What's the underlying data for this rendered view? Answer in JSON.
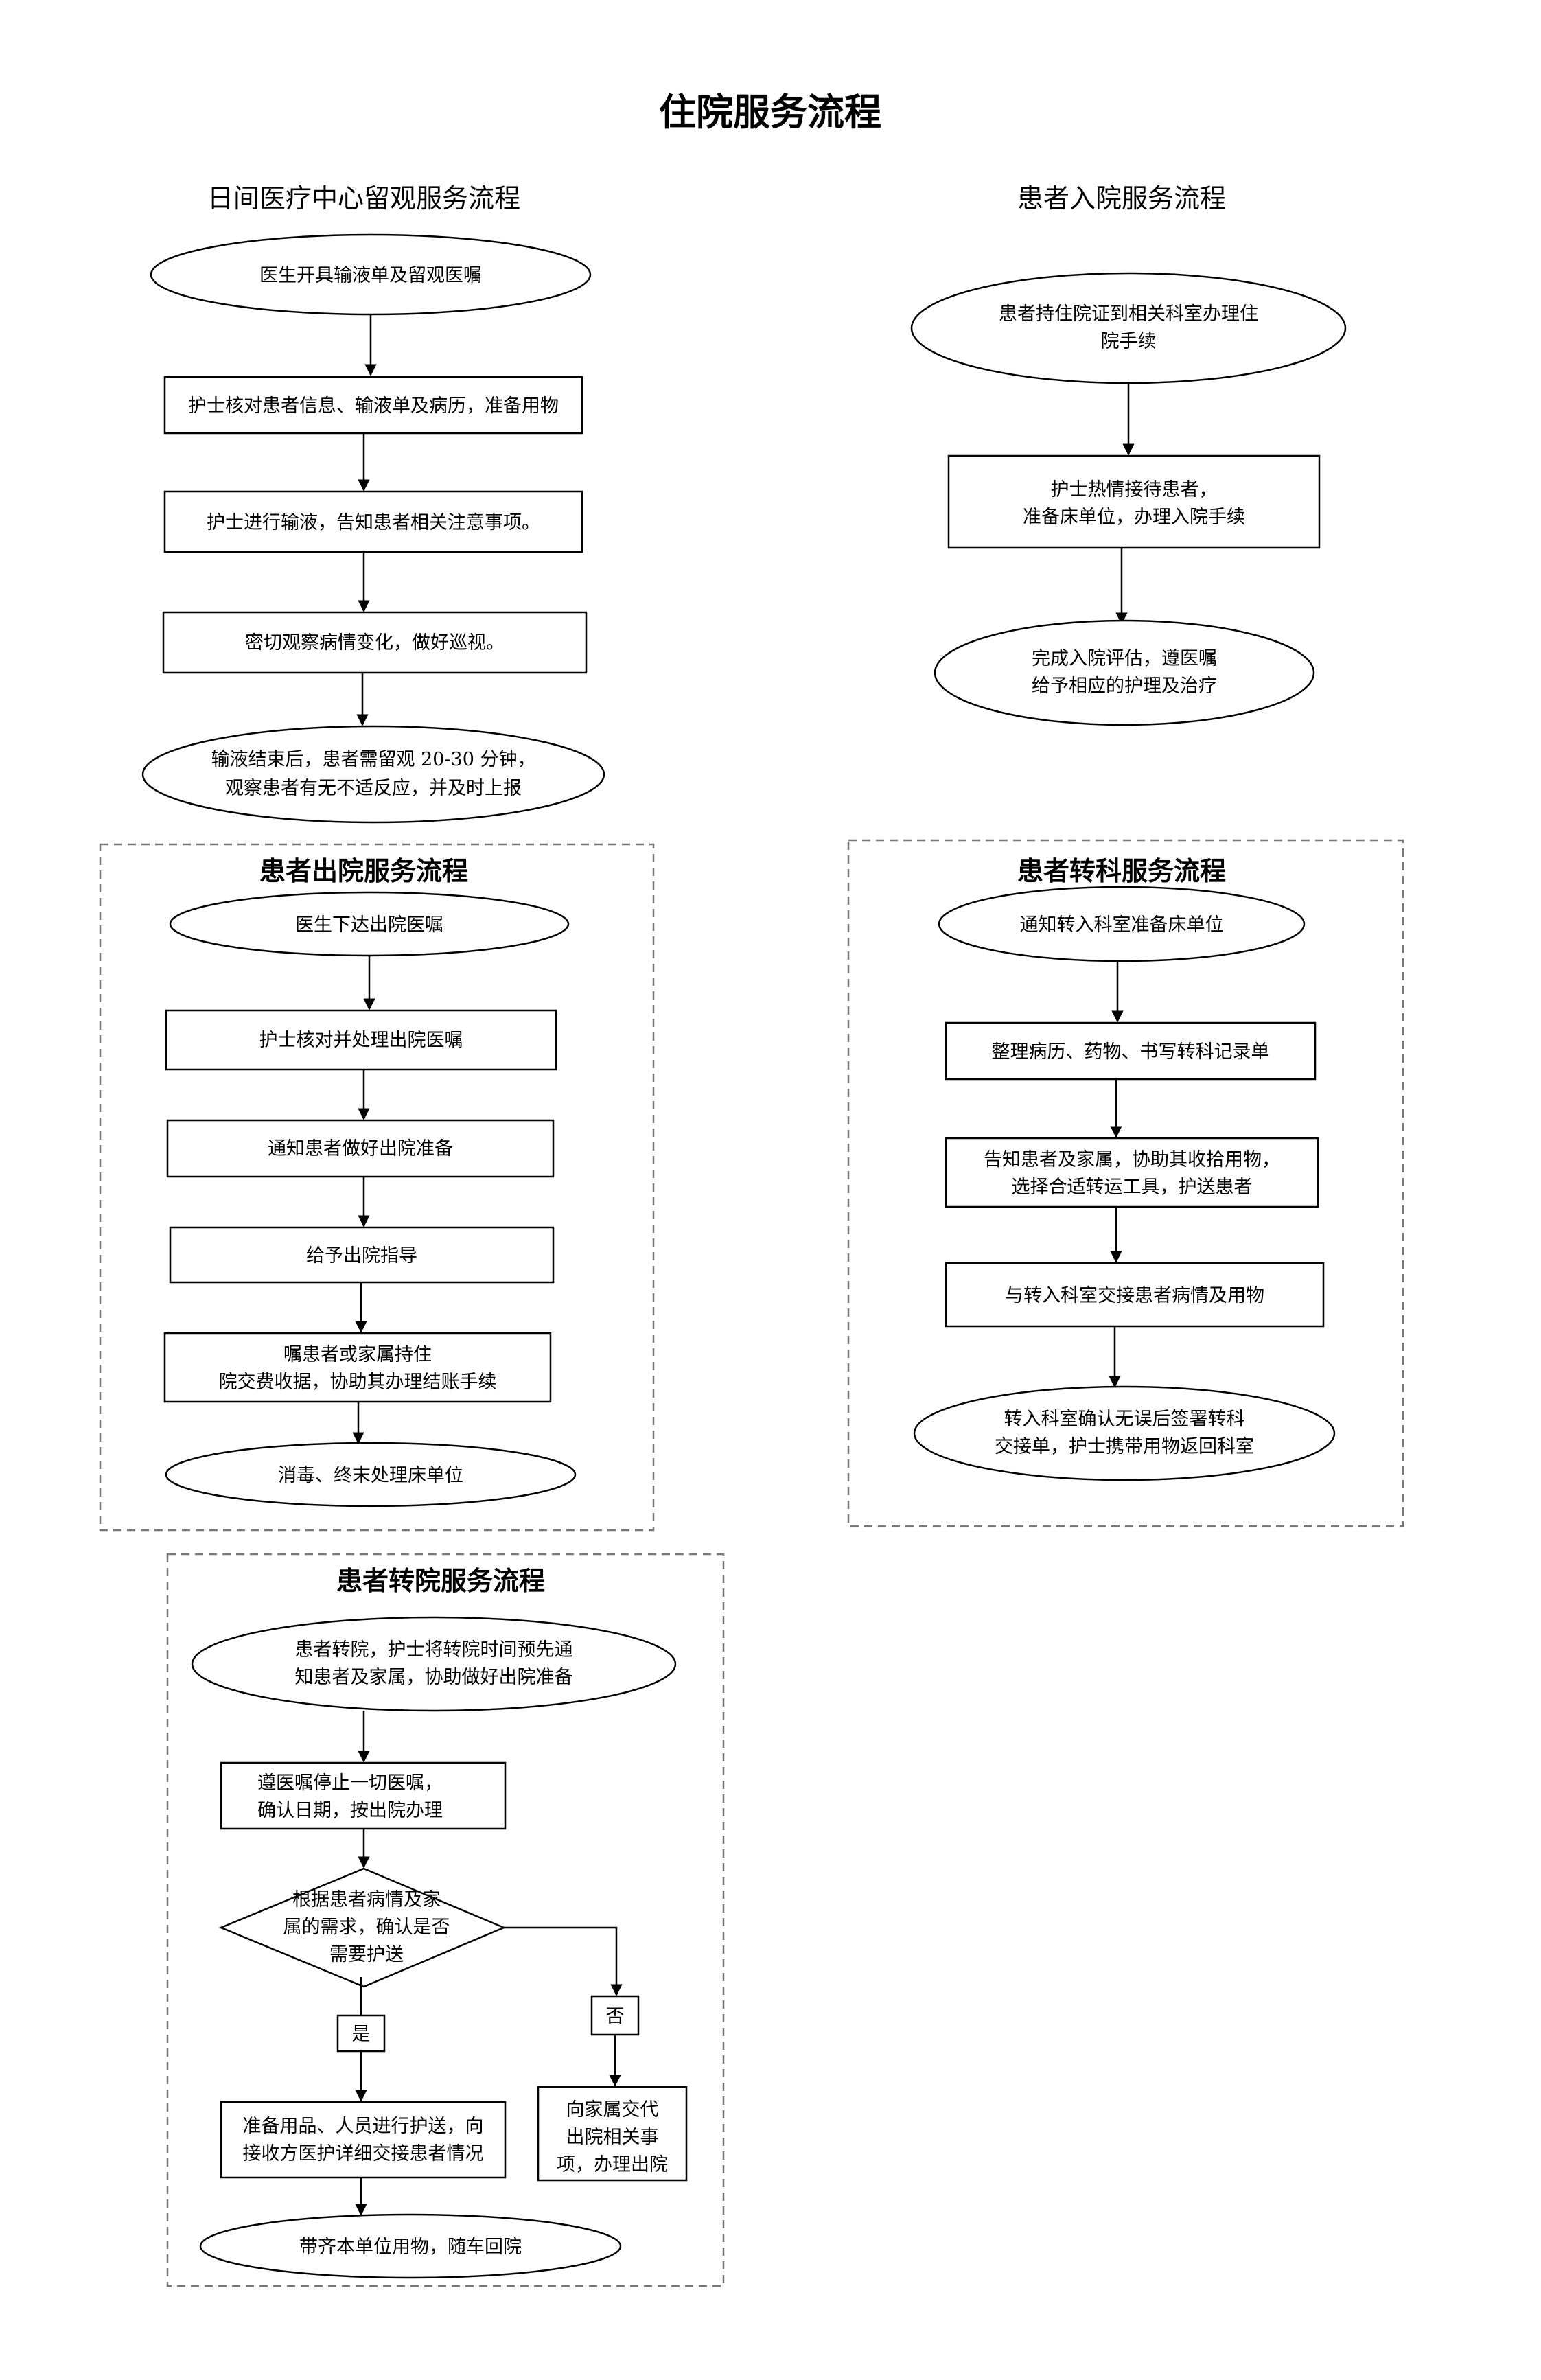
{
  "title": "住院服务流程",
  "sections": {
    "day_center": {
      "title": "日间医疗中心留观服务流程",
      "nodes": [
        [
          "医生开具输液单及留观医嘱"
        ],
        [
          "护士核对患者信息、输液单及病历，准备用物"
        ],
        [
          "护士进行输液，告知患者相关注意事项。"
        ],
        [
          "密切观察病情变化，做好巡视。"
        ],
        [
          "输液结束后，患者需留观 20-30 分钟，",
          "观察患者有无不适反应，并及时上报"
        ]
      ]
    },
    "admission": {
      "title": "患者入院服务流程",
      "nodes": [
        [
          "患者持住院证到相关科室办理住",
          "院手续"
        ],
        [
          "护士热情接待患者，",
          "准备床单位，办理入院手续"
        ],
        [
          "完成入院评估，遵医嘱",
          "给予相应的护理及治疗"
        ]
      ]
    },
    "discharge": {
      "title": "患者出院服务流程",
      "nodes": [
        [
          "医生下达出院医嘱"
        ],
        [
          "护士核对并处理出院医嘱"
        ],
        [
          "通知患者做好出院准备"
        ],
        [
          "给予出院指导"
        ],
        [
          "嘱患者或家属持住",
          "院交费收据，协助其办理结账手续"
        ],
        [
          "消毒、终末处理床单位"
        ]
      ]
    },
    "transfer_dept": {
      "title": "患者转科服务流程",
      "nodes": [
        [
          "通知转入科室准备床单位"
        ],
        [
          "整理病历、药物、书写转科记录单"
        ],
        [
          "告知患者及家属，协助其收拾用物，",
          "选择合适转运工具，护送患者"
        ],
        [
          "与转入科室交接患者病情及用物"
        ],
        [
          "转入科室确认无误后签署转科",
          "交接单，护士携带用物返回科室"
        ]
      ]
    },
    "transfer_hospital": {
      "title": "患者转院服务流程",
      "nodes": [
        [
          "患者转院，护士将转院时间预先通",
          "知患者及家属，协助做好出院准备"
        ],
        [
          "遵医嘱停止一切医嘱，",
          "确认日期，按出院办理"
        ],
        [
          "根据患者病情及家",
          "属的需求，确认是否",
          "需要护送"
        ],
        [
          "是"
        ],
        [
          "否"
        ],
        [
          "准备用品、人员进行护送，向",
          "接收方医护详细交接患者情况"
        ],
        [
          "向家属交代",
          "出院相关事",
          "项，办理出院"
        ],
        [
          "带齐本单位用物，随车回院"
        ]
      ]
    }
  }
}
